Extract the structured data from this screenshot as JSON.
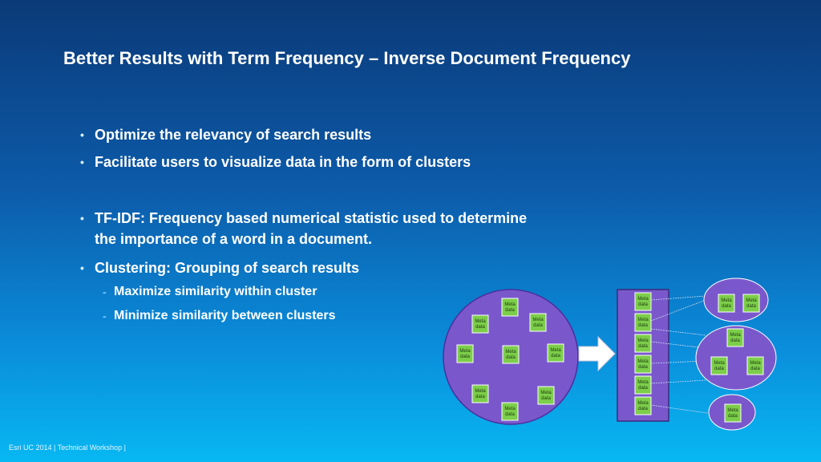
{
  "slide": {
    "title": "Better Results with Term Frequency – Inverse Document Frequency",
    "bullets": [
      "Optimize the relevancy of search results",
      "Facilitate users to visualize data in the form of clusters",
      "TF-IDF: Frequency based numerical statistic used to determine the importance of a word in a document.",
      "Clustering: Grouping of search results"
    ],
    "sub_bullets": [
      "Maximize similarity within cluster",
      "Minimize similarity between clusters"
    ],
    "footer": "Esri UC 2014 | Technical Workshop |"
  },
  "diagram": {
    "meta_label_line1": "Meta",
    "meta_label_line2": "data",
    "colors": {
      "circle_fill": "#7a58cc",
      "box_fill": "#7dce4a",
      "box_border": "#ffffff",
      "arrow": "#ffffff"
    }
  }
}
